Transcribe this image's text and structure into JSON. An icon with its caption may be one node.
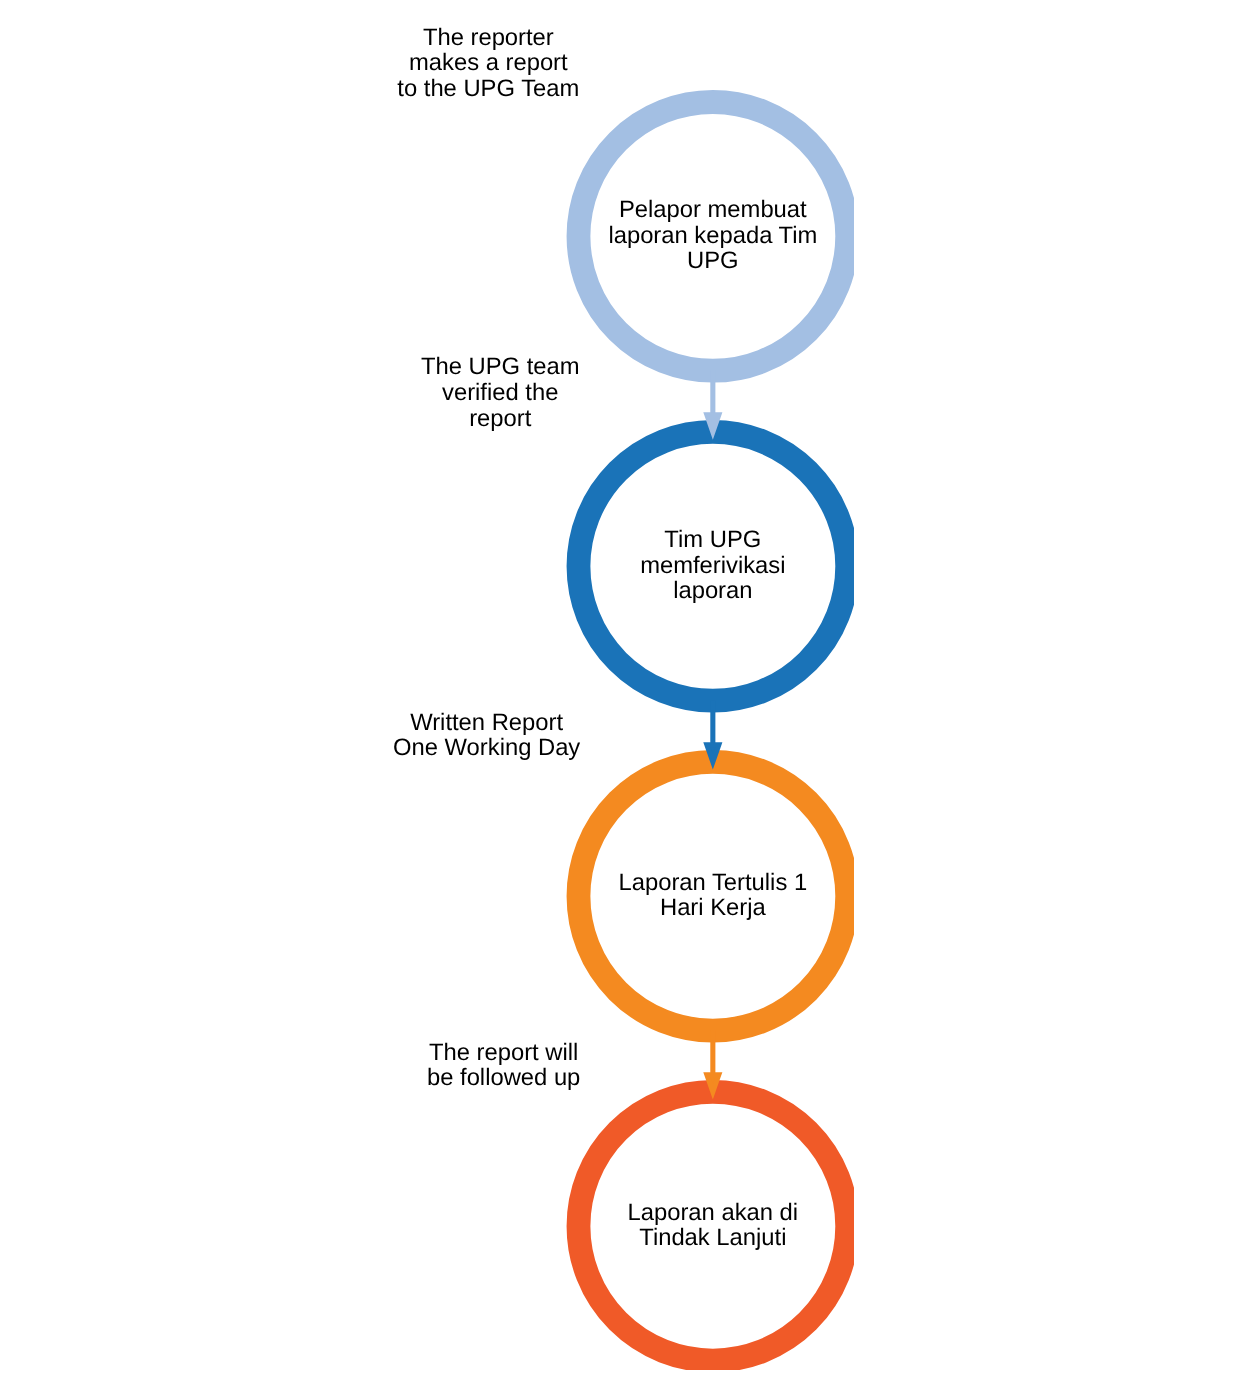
{
  "diagram": {
    "nodes": [
      {
        "text": [
          "Pelapor membuat laporan kepada Tim UPG"
        ],
        "beside": [
          "The reporter makes a report to the UPG Team"
        ]
      },
      {
        "text": [
          "Tim UPG memferivikasi laporan"
        ],
        "beside": [
          "The UPG team verified the report"
        ]
      },
      {
        "text": [
          "Laporan Tertulis 1 Hari Kerja"
        ],
        "beside": [
          "Written Report One Working Day"
        ]
      },
      {
        "text": [
          "Laporan akan di Tindak Lanjuti"
        ],
        "beside": [
          "The report will be followed up"
        ]
      }
    ],
    "edges": [
      {
        "from": 0,
        "to": 1,
        "arrow": "to",
        "color": "#a3bfe3"
      },
      {
        "from": 1,
        "to": 2,
        "arrow": "to",
        "color": "#1a73b8"
      },
      {
        "from": 2,
        "to": 3,
        "arrow": "to",
        "color": "#f48a20"
      }
    ]
  }
}
